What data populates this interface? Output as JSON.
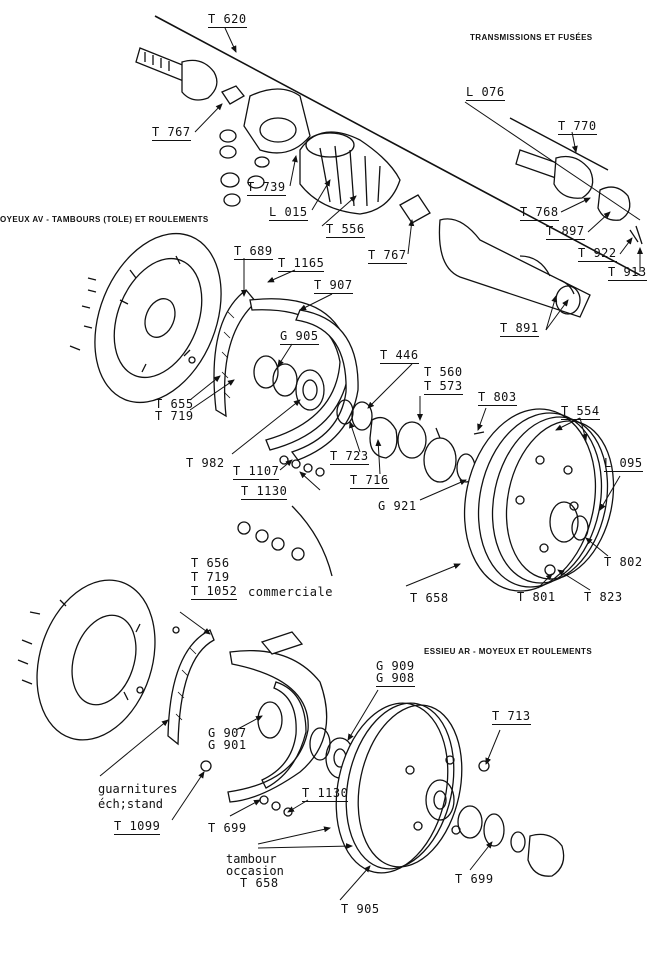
{
  "sections": {
    "transmissions": "TRANSMISSIONS ET FUSÉES",
    "front_hubs": "OYEUX AV - TAMBOURS (TOLE) ET ROULEMENTS",
    "rear_axle": "ESSIEU AR - MOYEUX ET ROULEMENTS"
  },
  "parts": {
    "t620": "T 620",
    "t767a": "T 767",
    "t739": "T 739",
    "l015": "L 015",
    "t556": "T 556",
    "t767b": "T 767",
    "l076": "L 076",
    "t770": "T 770",
    "t768": "T 768",
    "t897": "T 897",
    "t922": "T 922",
    "t913": "T 913",
    "t891": "T 891",
    "t689": "T 689",
    "t1165": "T 1165",
    "t907": "T 907",
    "g905": "G 905",
    "t655": "T 655",
    "t719a": "T 719",
    "t446": "T 446",
    "t560": "T 560",
    "t573": "T 573",
    "t803": "T 803",
    "t554": "T 554",
    "t982": "T 982",
    "t1107": "T 1107",
    "t723": "T 723",
    "t716": "T 716",
    "t1130a": "T 1130",
    "g921": "G 921",
    "l095": "L 095",
    "t802": "T 802",
    "t658a": "T 658",
    "t801": "T 801",
    "t823": "T 823",
    "t656": "T 656",
    "t719b": "T 719",
    "t1052": "T 1052",
    "commerciale": "commerciale",
    "g909": "G 909",
    "g908": "G 908",
    "t713": "T 713",
    "g907": "G 907",
    "g901": "G 901",
    "guarnitures": "guarnitures",
    "echstand": "éch;stand",
    "t1099": "T 1099",
    "t699a": "T 699",
    "t1130b": "T 1130",
    "tambour": "tambour",
    "occasion": "occasion",
    "t658b": "T 658",
    "t699b": "T 699",
    "t905": "T 905"
  }
}
